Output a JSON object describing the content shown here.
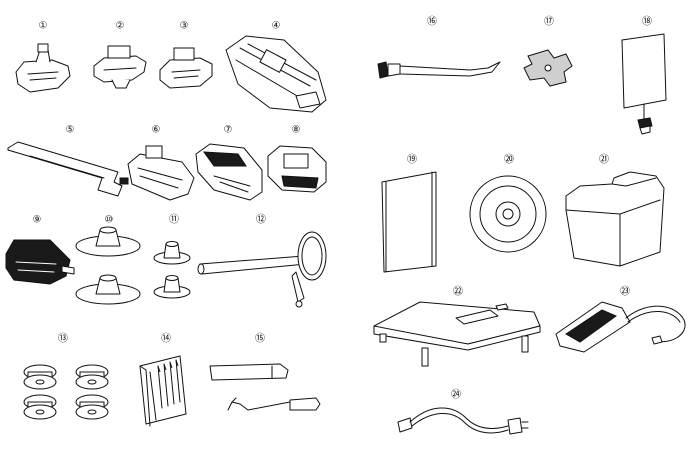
{
  "items": [
    {
      "id": 1,
      "label": "①"
    },
    {
      "id": 2,
      "label": "②"
    },
    {
      "id": 3,
      "label": "③"
    },
    {
      "id": 4,
      "label": "④"
    },
    {
      "id": 5,
      "label": "⑤"
    },
    {
      "id": 6,
      "label": "⑥"
    },
    {
      "id": 7,
      "label": "⑦"
    },
    {
      "id": 8,
      "label": "⑧"
    },
    {
      "id": 9,
      "label": "⑨"
    },
    {
      "id": 10,
      "label": "⑩"
    },
    {
      "id": 11,
      "label": "⑪"
    },
    {
      "id": 12,
      "label": "⑫"
    },
    {
      "id": 13,
      "label": "⑬"
    },
    {
      "id": 14,
      "label": "⑭"
    },
    {
      "id": 15,
      "label": "⑮"
    },
    {
      "id": 16,
      "label": "⑯"
    },
    {
      "id": 17,
      "label": "⑰"
    },
    {
      "id": 18,
      "label": "⑱"
    },
    {
      "id": 19,
      "label": "⑲"
    },
    {
      "id": 20,
      "label": "⑳"
    },
    {
      "id": 21,
      "label": "㉑"
    },
    {
      "id": 22,
      "label": "㉒"
    },
    {
      "id": 23,
      "label": "㉓"
    },
    {
      "id": 24,
      "label": "㉔"
    }
  ]
}
